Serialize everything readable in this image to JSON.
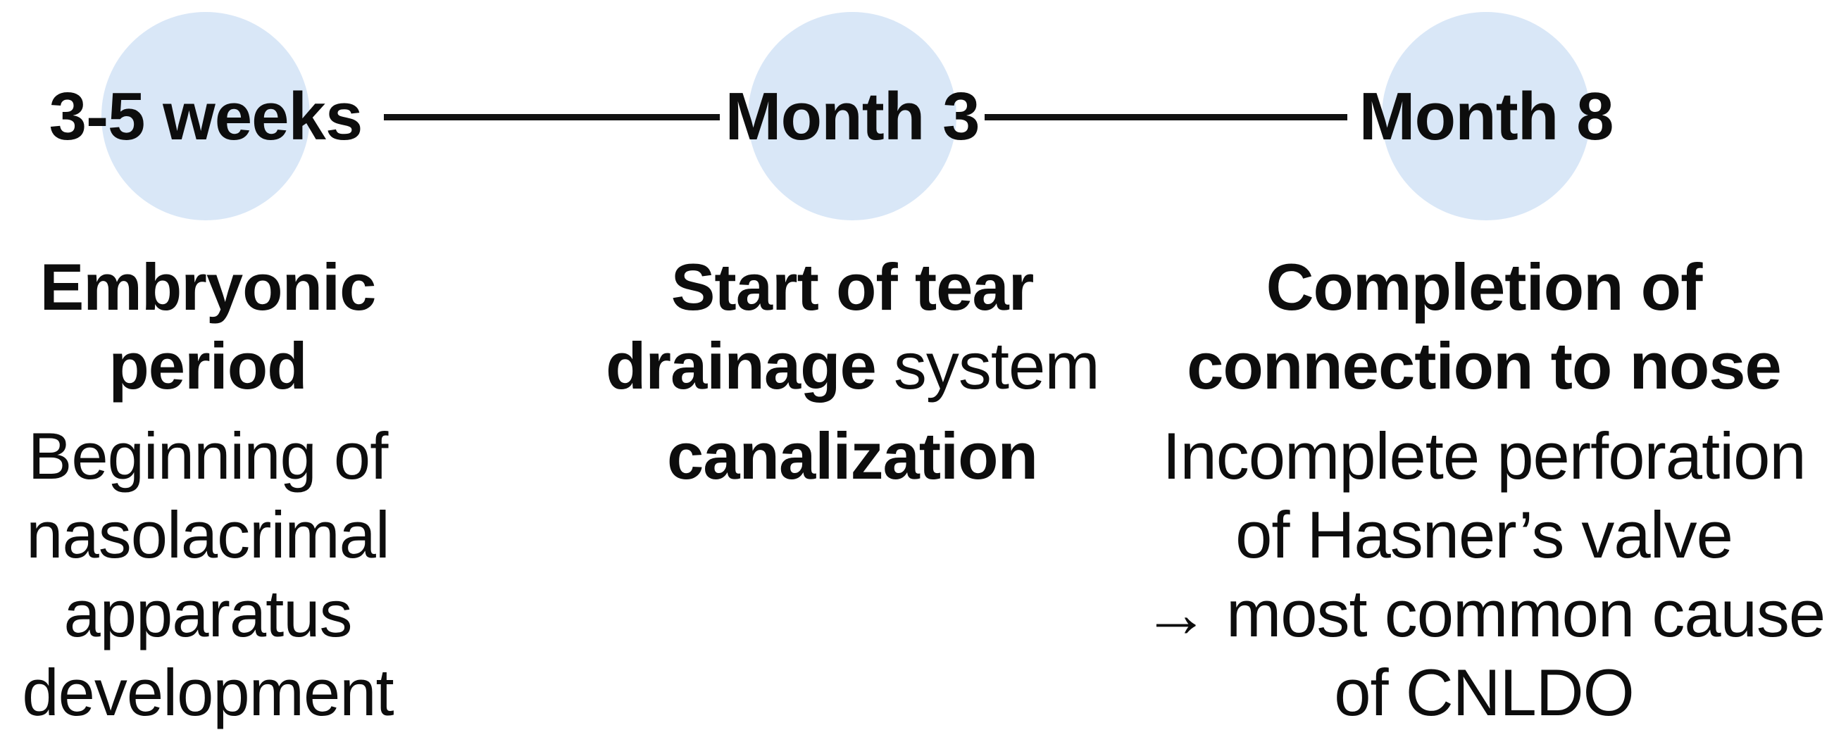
{
  "colors": {
    "milestone_circle": "#d9e7f7",
    "connector_line": "#111111",
    "text": "#0d0d0d",
    "background": "#ffffff"
  },
  "timeline": {
    "milestones": [
      {
        "time_label": "3-5 weeks",
        "heading_lines": [
          "Embryonic",
          "period"
        ],
        "description_lines": [
          "Beginning of",
          "nasolacrimal",
          "apparatus",
          "development"
        ]
      },
      {
        "time_label": "Month 3",
        "heading_line1": "Start of tear",
        "heading_line2_bold": "drainage",
        "heading_line2_regular": "system",
        "description_bold_line": "canalization"
      },
      {
        "time_label": "Month 8",
        "heading_lines": [
          "Completion of",
          "connection to nose"
        ],
        "description_lines": [
          "Incomplete perforation",
          "of Hasner’s valve",
          "→ most common cause",
          "of CNLDO"
        ]
      }
    ]
  }
}
